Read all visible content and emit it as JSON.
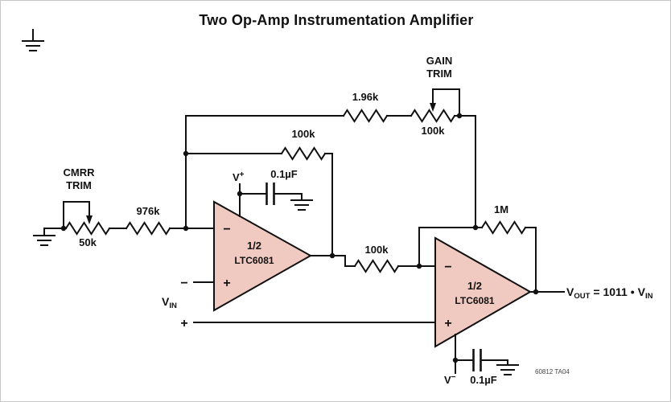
{
  "title": "Two Op-Amp Instrumentation Amplifier",
  "labels": {
    "cmrr_trim_1": "CMRR",
    "cmrr_trim_2": "TRIM",
    "gain_trim_1": "GAIN",
    "gain_trim_2": "TRIM",
    "r_cmrr_pot": "50k",
    "r_input": "976k",
    "r_fb1": "100k",
    "r_gain_series": "1.96k",
    "r_gain_pot": "100k",
    "r_interstage": "100k",
    "r_fb2": "1M",
    "c_top": "0.1µF",
    "c_bottom": "0.1µF"
  },
  "supply": {
    "vplus_v": "V",
    "vplus_sign": "+",
    "vminus_v": "V",
    "vminus_sign": "−"
  },
  "opamp1": {
    "minus": "−",
    "plus": "+",
    "half": "1/2",
    "part": "LTC6081"
  },
  "opamp2": {
    "minus": "−",
    "plus": "+",
    "half": "1/2",
    "part": "LTC6081"
  },
  "input": {
    "v": "V",
    "sub": "IN",
    "minus_terminal": "−",
    "plus_terminal": "+"
  },
  "output": {
    "v": "V",
    "sub": "OUT",
    "equals": "= 1011 •",
    "v2": "V",
    "sub2": "IN"
  },
  "footnote": "60812 TA04",
  "colors": {
    "opamp_fill": "#f0c9c1",
    "wire": "#111111",
    "background": "#ffffff"
  }
}
